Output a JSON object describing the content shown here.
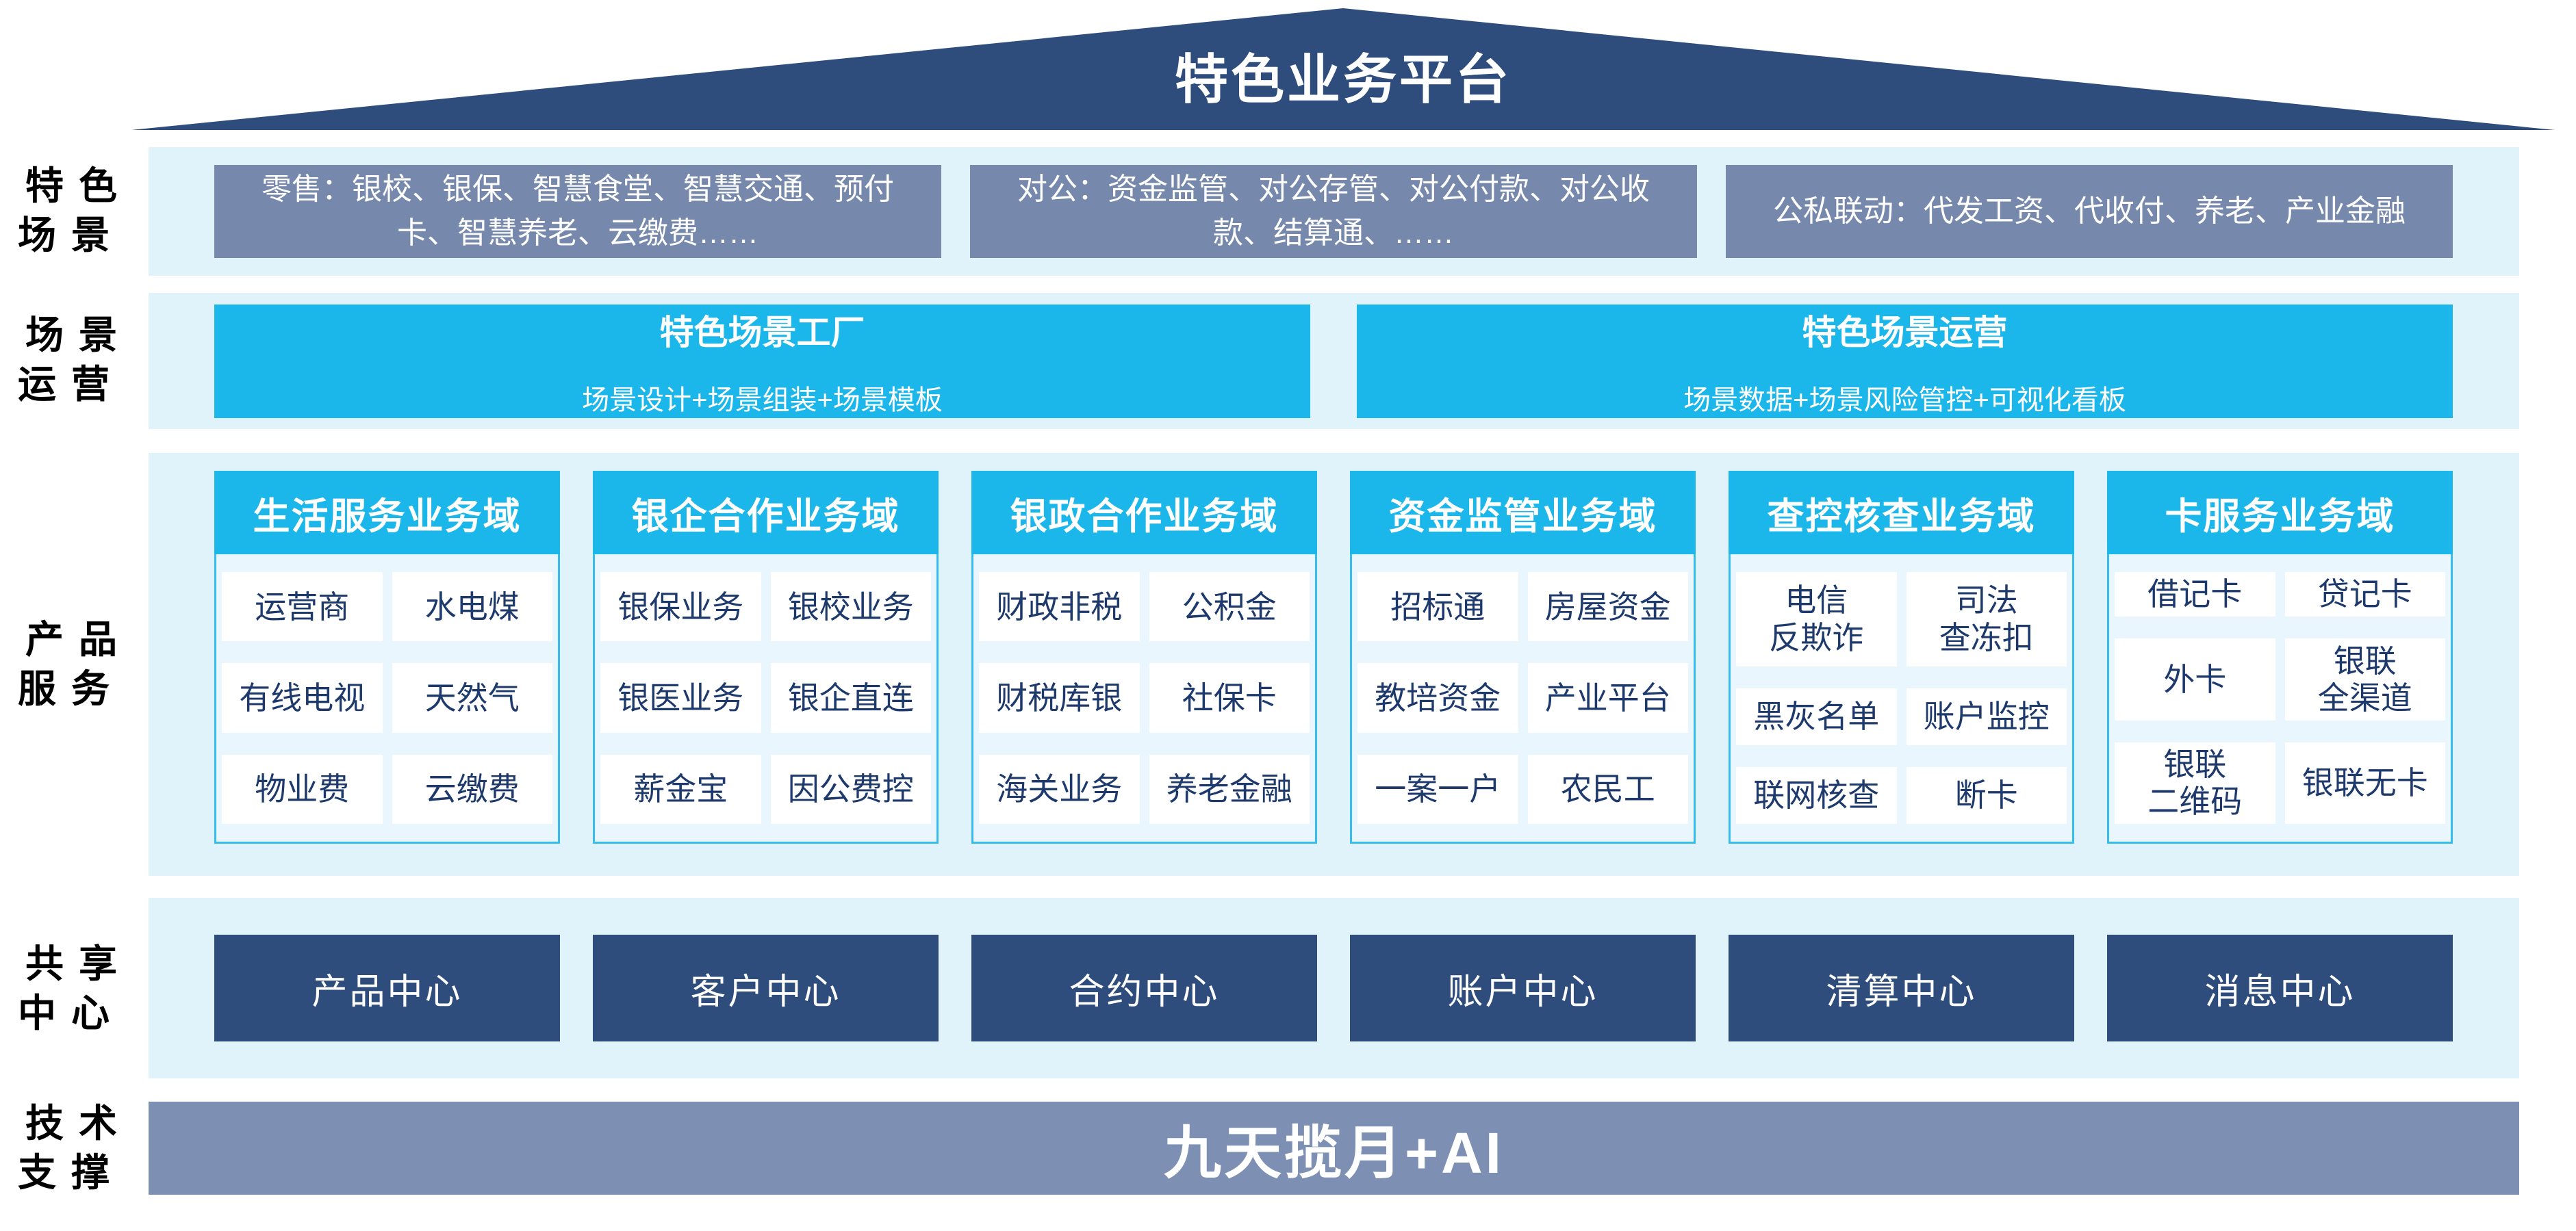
{
  "title": "特色业务平台",
  "colors": {
    "navy": "#2E4D7C",
    "slate_box": "#7688AB",
    "slate_bar": "#7D90B3",
    "cyan": "#1BB6EA",
    "band_bg": "#E0F2FA",
    "panel_bg": "#E9F6FD",
    "cell_text": "#1E3A6D"
  },
  "side_labels": [
    "特色\n场景",
    "场景\n运营",
    "产品\n服务",
    "共享\n中心",
    "技术\n支撑"
  ],
  "scenario_row": {
    "boxes": [
      "零售：银校、银保、智慧食堂、智慧交通、预付卡、智慧养老、云缴费……",
      "对公：资金监管、对公存管、对公付款、对公收款、结算通、……",
      "公私联动：代发工资、代收付、养老、产业金融"
    ]
  },
  "operation_row": {
    "boxes": [
      {
        "title": "特色场景工厂",
        "subtitle": "场景设计+场景组装+场景模板"
      },
      {
        "title": "特色场景运营",
        "subtitle": "场景数据+场景风险管控+可视化看板"
      }
    ]
  },
  "product_row": {
    "columns": [
      {
        "header": "生活服务业务域",
        "cells": [
          [
            "运营商",
            "水电煤"
          ],
          [
            "有线电视",
            "天然气"
          ],
          [
            "物业费",
            "云缴费"
          ]
        ]
      },
      {
        "header": "银企合作业务域",
        "cells": [
          [
            "银保业务",
            "银校业务"
          ],
          [
            "银医业务",
            "银企直连"
          ],
          [
            "薪金宝",
            "因公费控"
          ]
        ]
      },
      {
        "header": "银政合作业务域",
        "cells": [
          [
            "财政非税",
            "公积金"
          ],
          [
            "财税库银",
            "社保卡"
          ],
          [
            "海关业务",
            "养老金融"
          ]
        ]
      },
      {
        "header": "资金监管业务域",
        "cells": [
          [
            "招标通",
            "房屋资金"
          ],
          [
            "教培资金",
            "产业平台"
          ],
          [
            "一案一户",
            "农民工"
          ]
        ]
      },
      {
        "header": "查控核查业务域",
        "cells": [
          [
            "电信\n反欺诈",
            "司法\n查冻扣"
          ],
          [
            "黑灰名单",
            "账户监控"
          ],
          [
            "联网核查",
            "断卡"
          ]
        ]
      },
      {
        "header": "卡服务业务域",
        "cells": [
          [
            "借记卡",
            "贷记卡"
          ],
          [
            "外卡",
            "银联\n全渠道"
          ],
          [
            "银联\n二维码",
            "银联无卡"
          ]
        ]
      }
    ]
  },
  "shared_row": {
    "boxes": [
      "产品中心",
      "客户中心",
      "合约中心",
      "账户中心",
      "清算中心",
      "消息中心"
    ]
  },
  "tech_row": {
    "label": "九天揽月+AI"
  }
}
